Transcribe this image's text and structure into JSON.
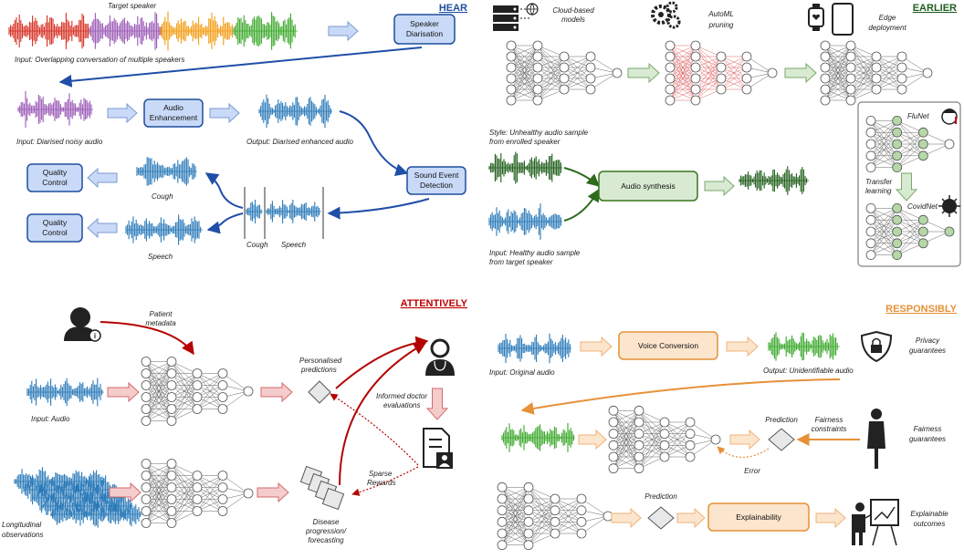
{
  "sections": {
    "hear": "HEAR",
    "earlier": "EARLIER",
    "attentively": "ATTENTIVELY",
    "responsibly": "RESPONSIBLY"
  },
  "hear": {
    "target_speaker": "Target speaker",
    "input_overlap": "Input: Overlapping conversation of multiple speakers",
    "speaker_diarisation": [
      "Speaker",
      "Diarisation"
    ],
    "input_diarised_noisy": "Input: Diarised noisy audio",
    "audio_enhancement": [
      "Audio",
      "Enhancement"
    ],
    "output_diarised_enhanced": "Output: Diarised enhanced audio",
    "sound_event_detection": [
      "Sound Event",
      "Detection"
    ],
    "quality_control": [
      "Quality",
      "Control"
    ],
    "cough": "Cough",
    "speech": "Speech",
    "cough_seg": "Cough",
    "speech_seg": "Speech"
  },
  "earlier": {
    "cloud_models": [
      "Cloud-based",
      "models"
    ],
    "automl_pruning": [
      "AutoML",
      "pruning"
    ],
    "edge_deployment": [
      "Edge",
      "deployment"
    ],
    "style_label": [
      "Style: Unhealthy audio sample",
      "from enrolled speaker"
    ],
    "audio_synthesis": "Audio synthesis",
    "input_healthy": [
      "Input: Healthy audio sample",
      "from target speaker"
    ],
    "flunet": "FluNet",
    "transfer_learning": [
      "Transfer",
      "learning"
    ],
    "covidnet": "CovidNet"
  },
  "attentively": {
    "patient_metadata": [
      "Patient",
      "metadata"
    ],
    "personalised_predictions": [
      "Personalised",
      "predictions"
    ],
    "informed_doctor": [
      "Informed doctor",
      "evaluations"
    ],
    "input_audio": "Input: Audio",
    "sparse_rewards": [
      "Sparse",
      "Rewards"
    ],
    "longitudinal": [
      "Longitudinal",
      "observations"
    ],
    "disease_progression": [
      "Disease",
      "progression/",
      "forecasting"
    ]
  },
  "responsibly": {
    "voice_conversion": "Voice Conversion",
    "input_original": "Input: Original audio",
    "output_unidentifiable": "Output: Unidentifiable audio",
    "privacy_guarantees": [
      "Privacy",
      "guarantees"
    ],
    "prediction": "Prediction",
    "fairness_constraints": [
      "Fairness",
      "constraints"
    ],
    "fairness_guarantees": [
      "Fairness",
      "guarantees"
    ],
    "error": "Error",
    "prediction2": "Prediction",
    "explainability": "Explainability",
    "explainable_outcomes": [
      "Explainable",
      "outcomes"
    ]
  },
  "colors": {
    "hear_title": "#1f4e9e",
    "earlier_title": "#1e5e1e",
    "attentively_title": "#c00000",
    "responsibly_title": "#e69138",
    "blue_box_fill": "#c9daf8",
    "blue_box_stroke": "#1f4e9e",
    "green_box_fill": "#d9ead3",
    "green_box_stroke": "#38761d",
    "orange_box_fill": "#fce5cd",
    "orange_box_stroke": "#e69138",
    "red_arrow": "#b40000",
    "blue_wave": "#2a7ab9",
    "green_wave": "#3aa82a",
    "dark_green_wave": "#1f5e1a",
    "purple_wave": "#9b59b6"
  }
}
